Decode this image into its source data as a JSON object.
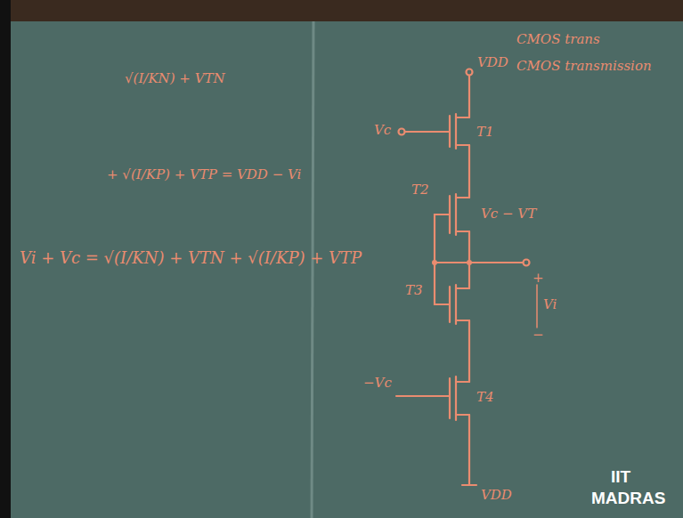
{
  "diagram": {
    "labels": [
      "√(I/KN) + VTN",
      "+ √(I/KP) + VTP = VDD − Vi",
      "Vi + Vc = √(I/KN) + VTN + √(I/KP) + VTP",
      "VDD",
      "CMOS trans",
      "CMOS transmission",
      "Vc",
      "T1",
      "T2",
      "Vc − VT",
      "T3",
      "+",
      "Vi",
      "−",
      "T4",
      "−Vc",
      "VDD",
      "IIT",
      "MADRAS"
    ]
  }
}
